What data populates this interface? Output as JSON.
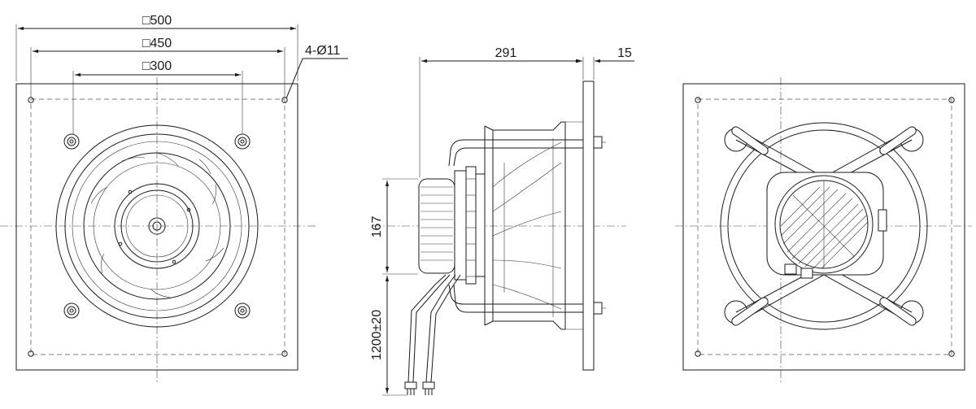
{
  "dimensions": {
    "front_overall": "□500",
    "front_bolt_pitch": "□450",
    "front_inner": "□300",
    "front_holes": "4-Ø11",
    "side_depth": "291",
    "side_plate": "15",
    "side_motor_height": "167",
    "side_cable_length": "1200±20"
  },
  "colors": {
    "line": "#1a1a1a",
    "background": "#ffffff"
  }
}
